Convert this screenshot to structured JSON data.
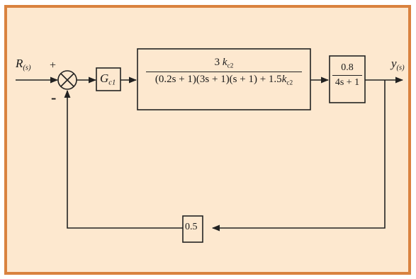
{
  "input_label": {
    "base": "R",
    "sub": "(s)"
  },
  "output_label": {
    "base": "y",
    "sub": "(s)"
  },
  "sum_signs": {
    "plus": "+",
    "minus": "-"
  },
  "controller": {
    "base": "G",
    "sub": "c1"
  },
  "plant": {
    "numerator": {
      "coef": "3 ",
      "var": "k",
      "sub": "c2"
    },
    "denominator": {
      "expr": "(0.2s + 1)(3s + 1)(s + 1) + 1.5",
      "var": "k",
      "sub": "c2"
    }
  },
  "output_block": {
    "numerator": "0.8",
    "denominator": "4s + 1"
  },
  "feedback_gain": "0.5",
  "colors": {
    "border": "#d9823f",
    "background": "#fde8cf",
    "line": "#222222"
  }
}
